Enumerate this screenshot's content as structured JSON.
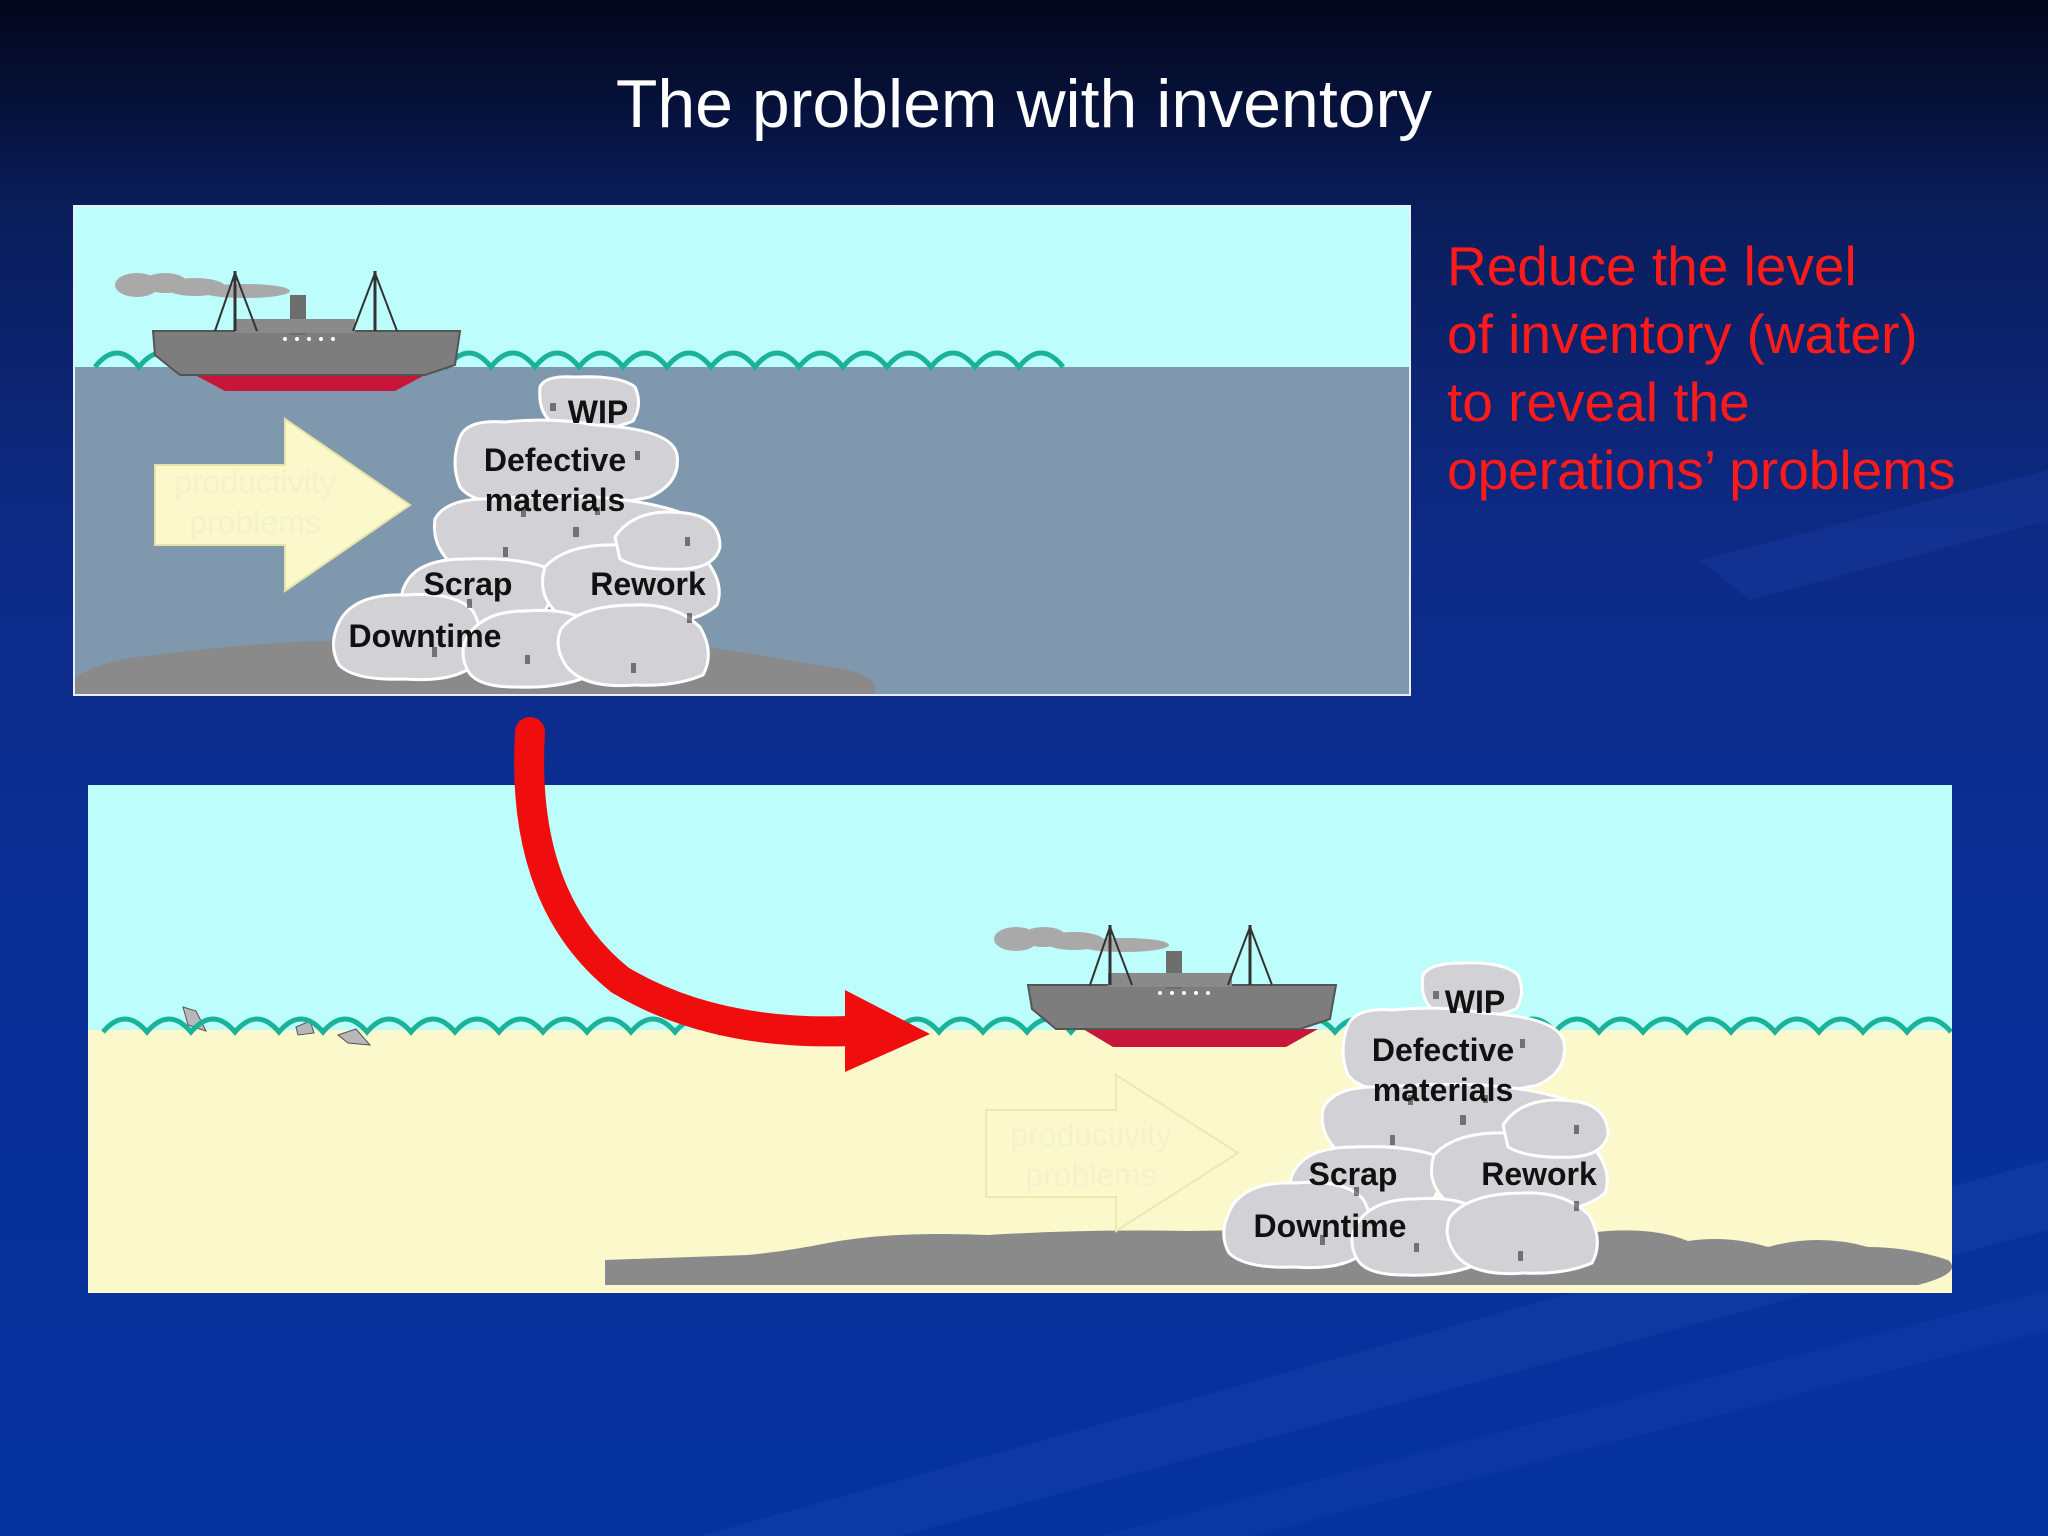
{
  "slide": {
    "title": "The problem with inventory"
  },
  "callout": {
    "lines": [
      "Reduce the level",
      "of inventory (water)",
      "to reveal the",
      "operations’ problems"
    ],
    "color": "#ff1a1a"
  },
  "top_scene": {
    "state": "high inventory",
    "arrow_label": [
      "productivity",
      "problems"
    ],
    "rock_labels": {
      "wip": "WIP",
      "defective_1": "Defective",
      "defective_2": "materials",
      "scrap": "Scrap",
      "rework": "Rework",
      "downtime": "Downtime"
    }
  },
  "bottom_scene": {
    "state": "low inventory",
    "arrow_label": [
      "productivity",
      "problems"
    ],
    "rock_labels": {
      "wip": "WIP",
      "defective_1": "Defective",
      "defective_2": "materials",
      "scrap": "Scrap",
      "rework": "Rework",
      "downtime": "Downtime"
    }
  },
  "colors": {
    "sky": "#bdfdfb",
    "high_water": "#7f98ad",
    "low_water_sand": "#fbf8cb",
    "wave": "#1ab39a",
    "ship_hull": "#7d7d7d",
    "ship_keel": "#c8163a",
    "rock": "#d2d2d6",
    "transition_arrow": "#ef0d0d"
  },
  "icons": [
    "ship-icon",
    "smoke-icon",
    "rock-pile-icon",
    "productivity-arrow-icon",
    "transition-arrow-icon"
  ]
}
